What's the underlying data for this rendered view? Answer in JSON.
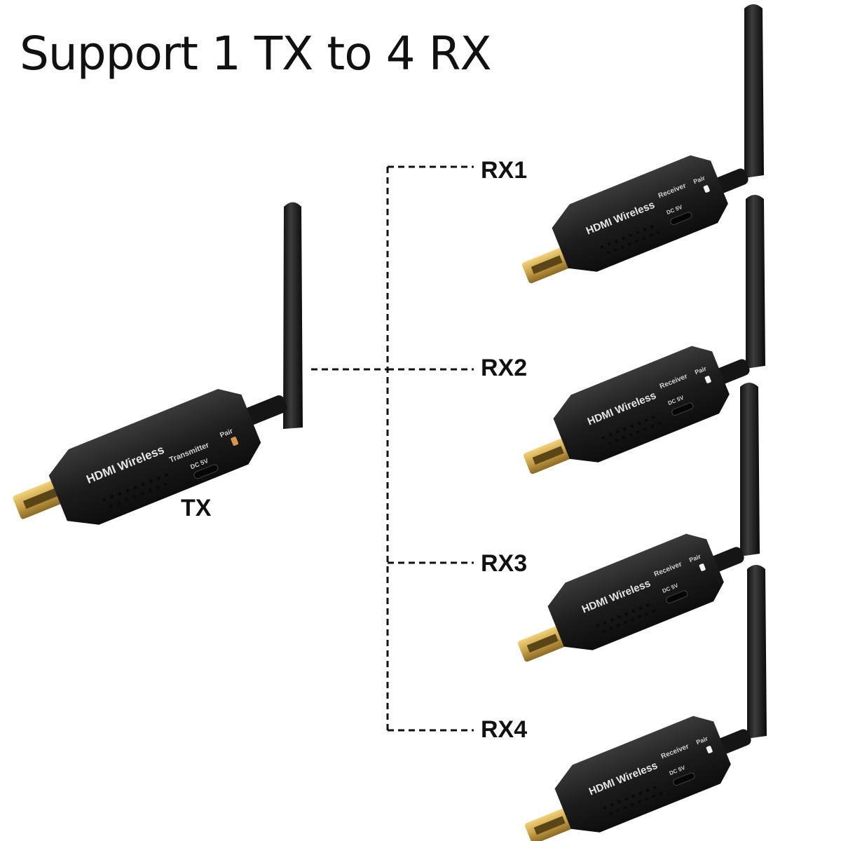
{
  "title": "Support 1 TX to 4 RX",
  "transmitter": {
    "label": "TX",
    "brand": "HDMI Wireless",
    "type": "Transmitter",
    "port": "DC 5V",
    "button": "Pair",
    "led_color": "#d9954a"
  },
  "receivers": [
    {
      "label": "RX1",
      "brand": "HDMI Wireless",
      "type": "Receiver",
      "port": "DC 5V",
      "button": "Pair"
    },
    {
      "label": "RX2",
      "brand": "HDMI Wireless",
      "type": "Receiver",
      "port": "DC 5V",
      "button": "Pair"
    },
    {
      "label": "RX3",
      "brand": "HDMI Wireless",
      "type": "Receiver",
      "port": "DC 5V",
      "button": "Pair"
    },
    {
      "label": "RX4",
      "brand": "HDMI Wireless",
      "type": "Receiver",
      "port": "DC 5V",
      "button": "Pair"
    }
  ],
  "colors": {
    "device_body": "#1e1e1e",
    "connector_gold": "#c9a24a",
    "line": "#111111"
  }
}
